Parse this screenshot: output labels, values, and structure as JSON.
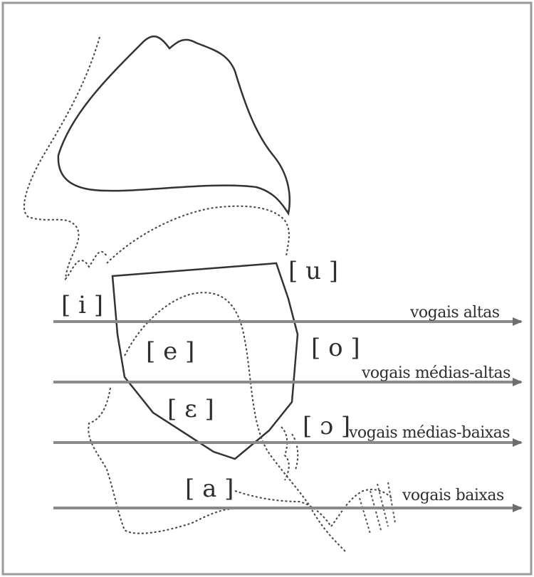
{
  "diagram": {
    "vowel_labels": {
      "i": "[ i ]",
      "u": "[ u ]",
      "e": "[ e ]",
      "o": "[ o ]",
      "eps": "[ ɛ ]",
      "open_o": "[ ɔ ]",
      "a": "[ a ]"
    },
    "height_lines": {
      "altas": "vogais altas",
      "medias_altas": "vogais médias-altas",
      "medias_baixas": "vogais médias-baixas",
      "baixas": "vogais baixas"
    },
    "colors": {
      "line": "#8a8a8a",
      "outline": "#333333",
      "frame": "#9a9a9a"
    }
  }
}
